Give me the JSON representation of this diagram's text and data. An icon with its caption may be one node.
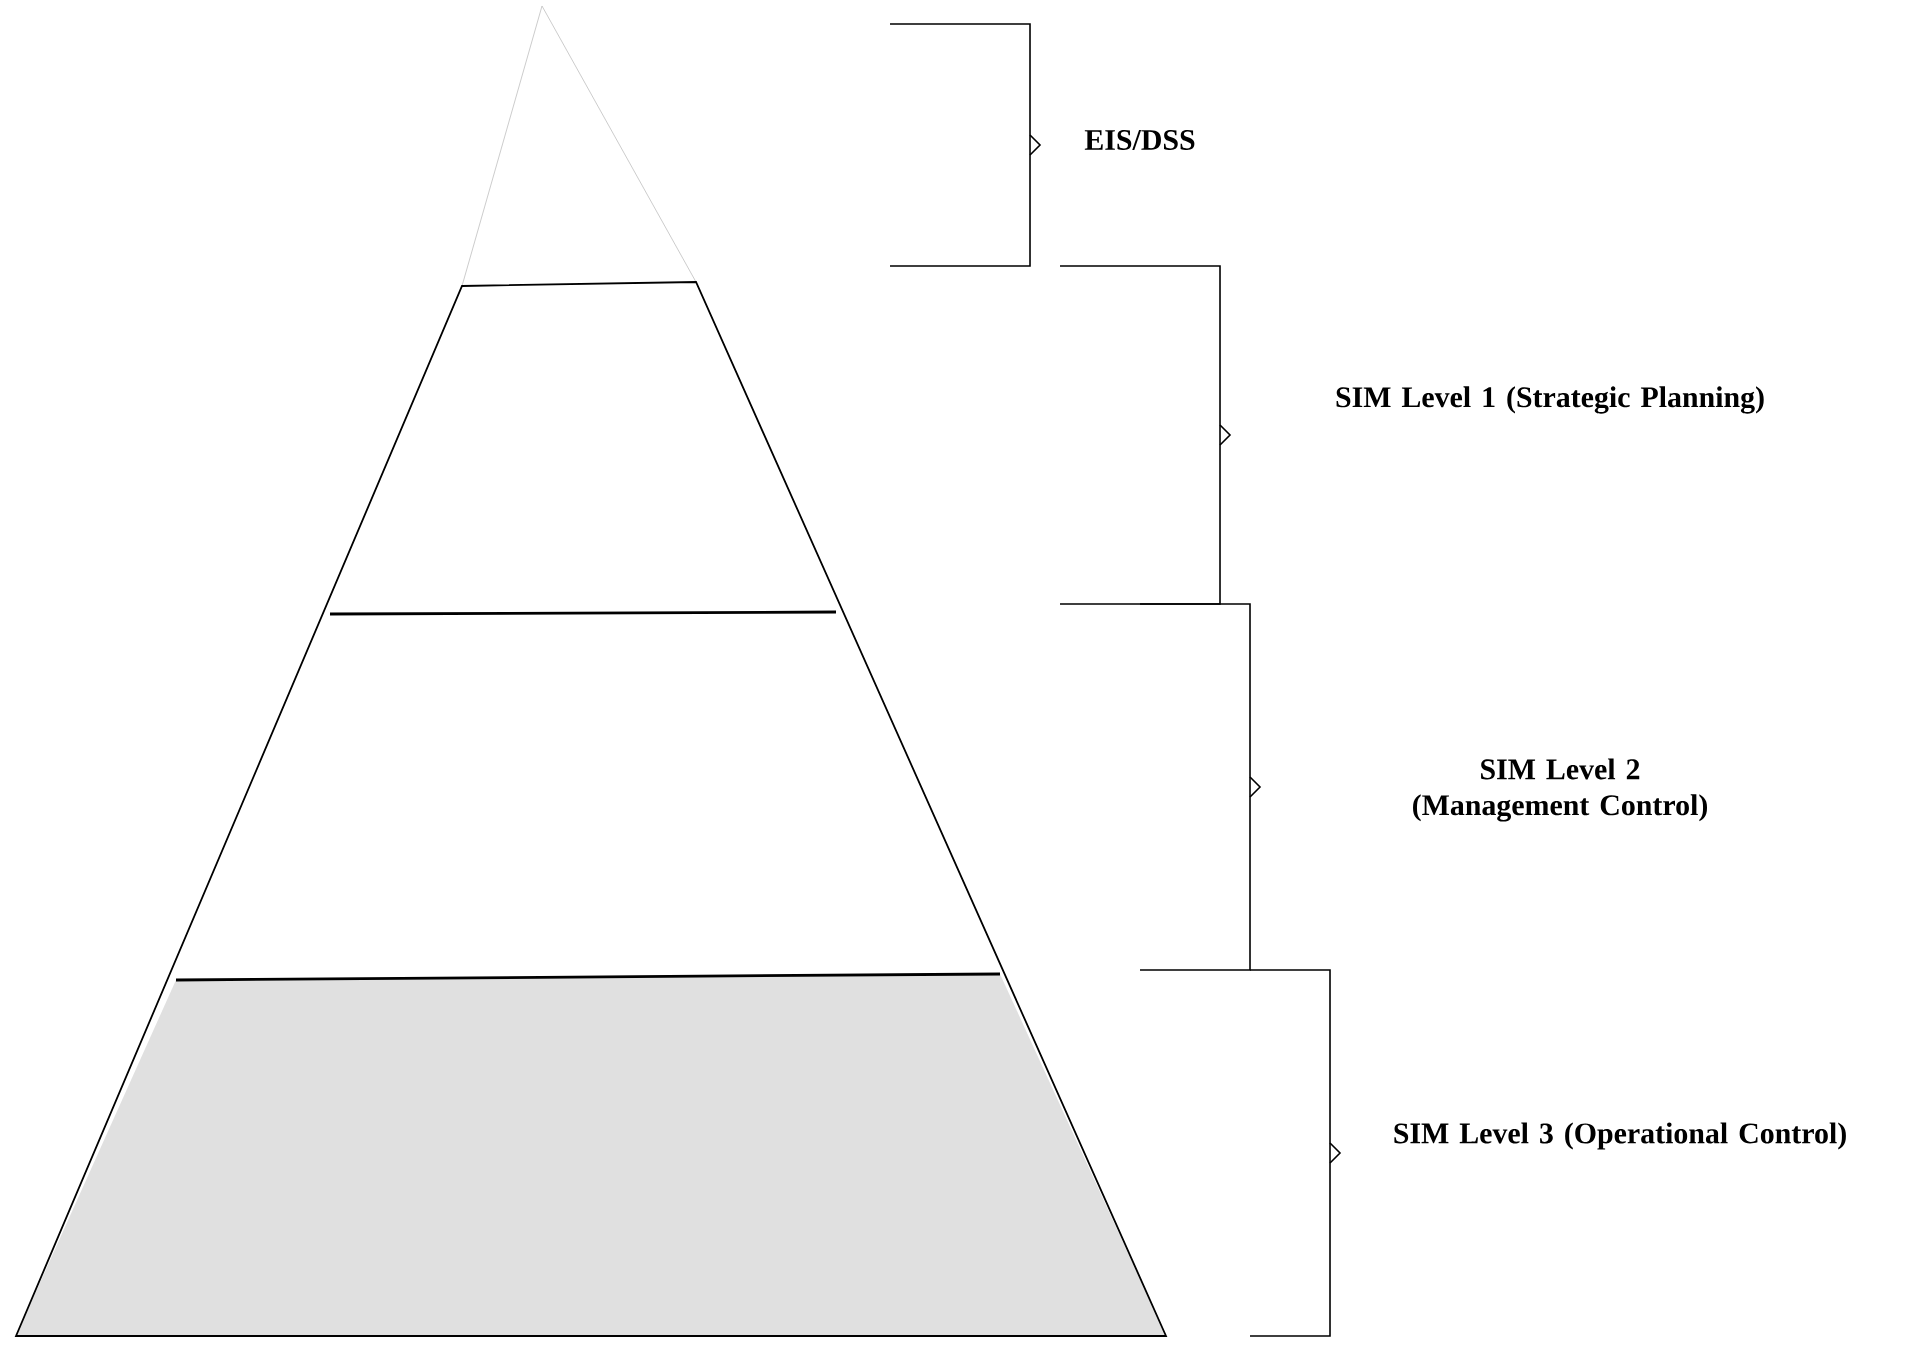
{
  "diagram": {
    "labels": [
      "EIS/DSS",
      "SIM Level 1 (Strategic Planning)",
      "SIM Level 2 (Management Control)",
      "SIM Level 3 (Operational Control)"
    ]
  }
}
